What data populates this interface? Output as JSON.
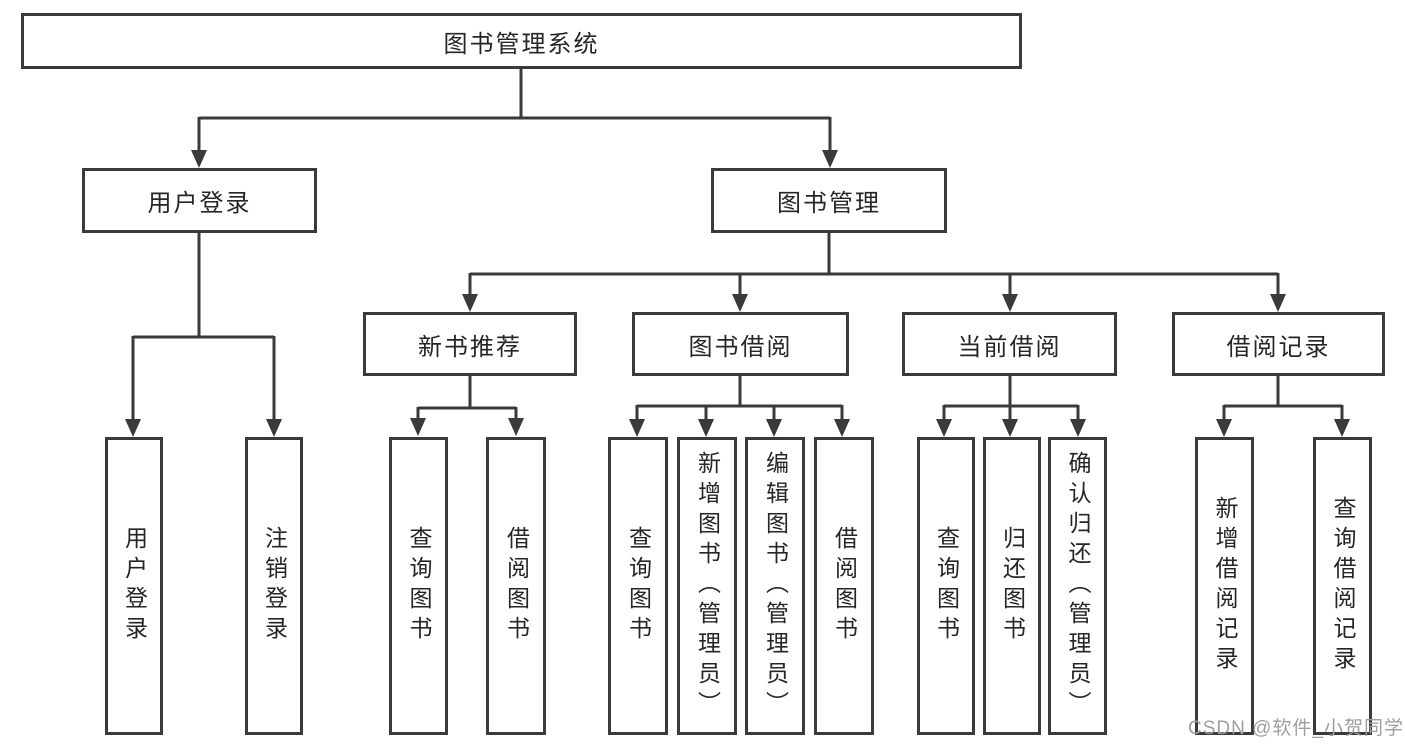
{
  "diagram": {
    "root": "图书管理系统",
    "level2": [
      "用户登录",
      "图书管理"
    ],
    "level3": [
      "新书推荐",
      "图书借阅",
      "当前借阅",
      "借阅记录"
    ],
    "leaves": {
      "user_login": [
        "用户登录",
        "注销登录"
      ],
      "new_book_recommend": [
        "查询图书",
        "借阅图书"
      ],
      "book_borrow": [
        "查询图书",
        "新增图书（管理员）",
        "编辑图书（管理员）",
        "借阅图书"
      ],
      "current_borrow": [
        "查询图书",
        "归还图书",
        "确认归还（管理员）"
      ],
      "borrow_record": [
        "新增借阅记录",
        "查询借阅记录"
      ]
    },
    "watermark": "CSDN @软件_小贺同学",
    "colors": {
      "line": "#3a3a3c",
      "text": "#262626",
      "watermark": "#9e9e9e",
      "background": "#ffffff"
    }
  }
}
